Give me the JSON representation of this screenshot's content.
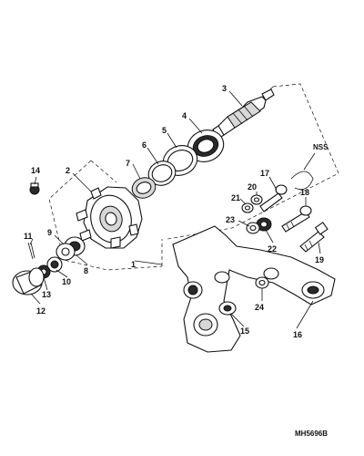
{
  "diagram": {
    "reference_code": "MH5696B",
    "nss_label": "NSS",
    "callouts": [
      "1",
      "2",
      "3",
      "4",
      "5",
      "6",
      "7",
      "8",
      "9",
      "10",
      "11",
      "12",
      "13",
      "14",
      "15",
      "16",
      "17",
      "18",
      "19",
      "20",
      "21",
      "22",
      "23",
      "24"
    ]
  }
}
